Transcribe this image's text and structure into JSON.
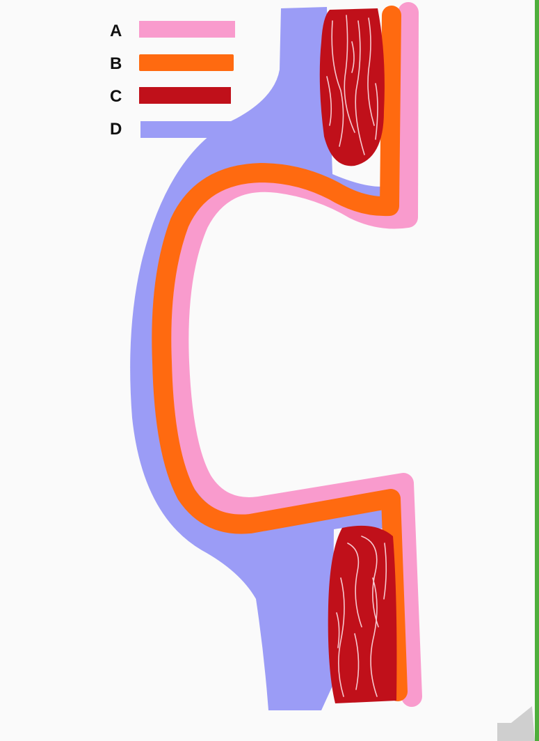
{
  "legend": [
    {
      "key": "A",
      "color": "#f99bcd"
    },
    {
      "key": "B",
      "color": "#ff6a10"
    },
    {
      "key": "C",
      "color": "#c0101a"
    },
    {
      "key": "D",
      "color": "#9b9cf6"
    }
  ],
  "colors": {
    "background": "#fafafa",
    "muscle_streak": "#f6c9d0",
    "frame_edge": "#4fae3c",
    "speaker": "#cfcfcf"
  },
  "icons": {
    "speaker": "speaker-icon"
  }
}
